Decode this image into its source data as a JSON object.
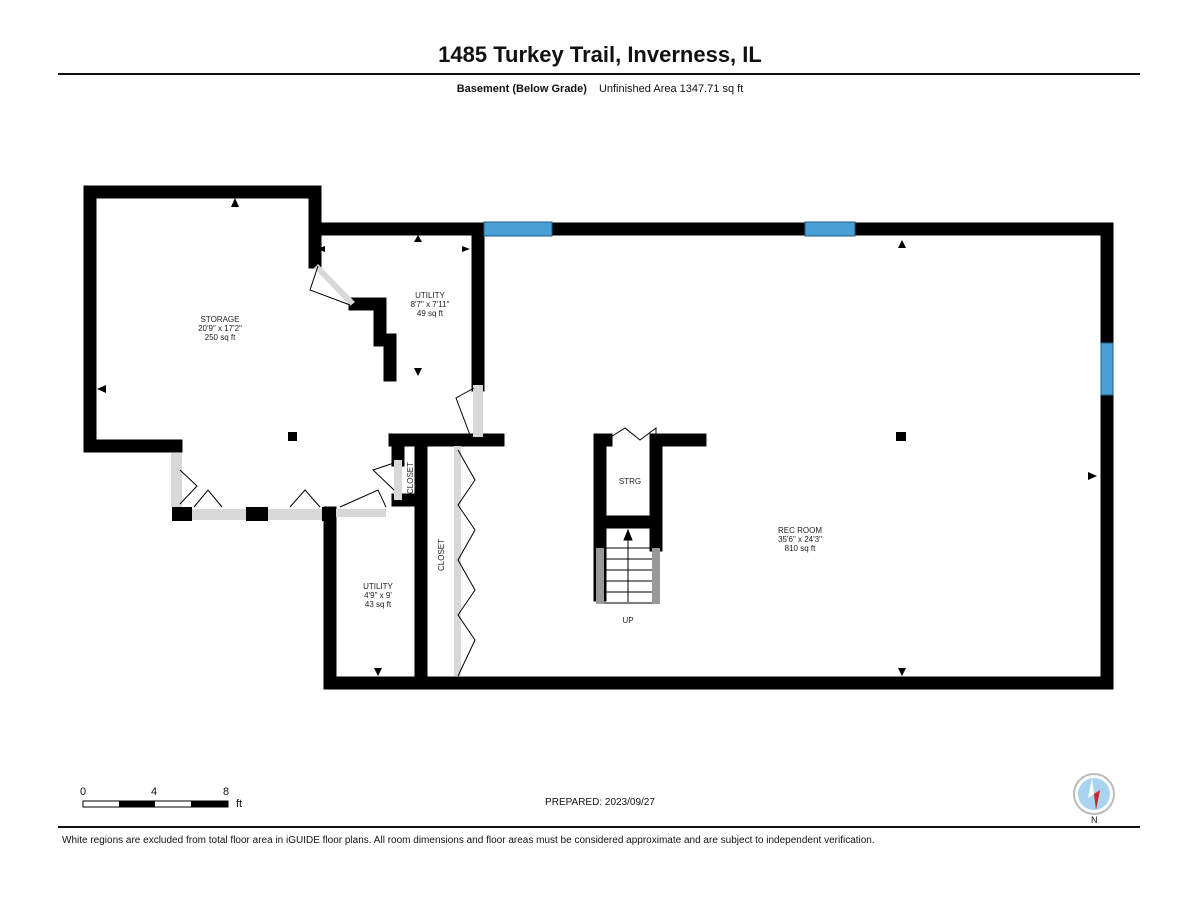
{
  "header": {
    "title": "1485 Turkey Trail, Inverness, IL",
    "floor_name": "Basement (Below Grade)",
    "area_text": "Unfinished Area 1347.71 sq ft"
  },
  "rooms": [
    {
      "name": "STORAGE",
      "dims": "20'9\" x 17'2\"",
      "area": "250 sq ft"
    },
    {
      "name": "UTILITY",
      "dims": "8'7\" x 7'11\"",
      "area": "49 sq ft"
    },
    {
      "name": "UTILITY",
      "dims": "4'9\" x 9'",
      "area": "43 sq ft"
    },
    {
      "name": "REC ROOM",
      "dims": "35'6\" x 24'3\"",
      "area": "810 sq ft"
    }
  ],
  "labels": {
    "closet1": "CLOSET",
    "closet2": "CLOSET",
    "strg": "STRG",
    "up": "UP"
  },
  "scale": {
    "t0": "0",
    "t4": "4",
    "t8": "8",
    "unit": "ft"
  },
  "footer": {
    "prepared": "PREPARED: 2023/09/27",
    "disclaimer": "White regions are excluded from total floor area in iGUIDE floor plans. All room dimensions and floor areas must be considered approximate and are subject to independent verification.",
    "north": "N"
  },
  "colors": {
    "wall": "#000000",
    "window": "#4a9fd4",
    "door": "#d8d8d8",
    "compass_red": "#d4202a",
    "compass_blue": "#a9d4ef"
  }
}
